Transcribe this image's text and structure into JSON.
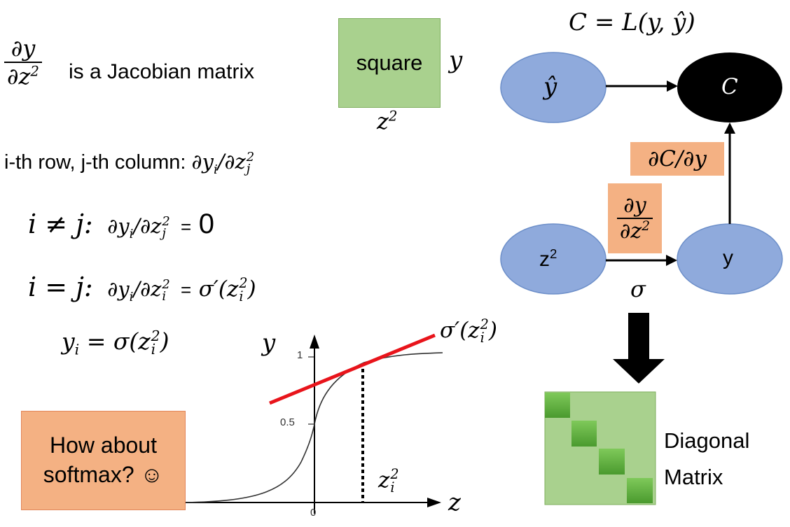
{
  "jacobian": {
    "frac_num": "∂y",
    "frac_den_base": "∂z",
    "frac_den_exp": "2",
    "text": "is a Jacobian matrix"
  },
  "square_box": {
    "label": "square",
    "right_label": "y",
    "bottom_label_base": "z",
    "bottom_label_exp": "2"
  },
  "row_col": {
    "text": "i-th row, j-th column:",
    "expr_a": "∂y",
    "expr_a_sub": "i",
    "expr_b": "/∂z",
    "expr_b_sup": "2",
    "expr_b_sub": "j"
  },
  "case_neq": {
    "cond": "i ≠ j:",
    "lhs_a": "∂y",
    "lhs_a_sub": "i",
    "lhs_b": "/∂z",
    "lhs_b_sup": "2",
    "lhs_b_sub": "j",
    "eq": "=",
    "value": "0"
  },
  "case_eq": {
    "cond": "i = j:",
    "lhs_a": "∂y",
    "lhs_a_sub": "i",
    "lhs_b": "/∂z",
    "lhs_b_sup": "2",
    "lhs_b_sub": "i",
    "eq": "=",
    "rhs": "σ′(z",
    "rhs_sup": "2",
    "rhs_sub": "i",
    "rhs_close": ")"
  },
  "yi_def": {
    "lhs": "y",
    "lhs_sub": "i",
    "eq_sigma": "= σ(z",
    "sup": "2",
    "sub": "i",
    "close": ")"
  },
  "plot": {
    "y_axis_label": "y",
    "x_axis_label": "z",
    "tick_one": "1",
    "tick_half": "0.5",
    "tick_zero": "0",
    "tangent_label": "σ′(z",
    "tangent_sup": "2",
    "tangent_sub": "i",
    "tangent_close": ")",
    "marker_label": "z",
    "marker_sup": "2",
    "marker_sub": "i",
    "tangent_color": "#e8141b"
  },
  "softmax_box": {
    "line1": "How about",
    "line2": "softmax? ☺"
  },
  "graph": {
    "cost_formula": "C = L(y, ŷ)",
    "node_yhat": "ŷ",
    "node_c": "C",
    "node_z2": "z",
    "node_z2_sup": "2",
    "node_y": "y",
    "edge_dc_dy": "∂C/∂y",
    "edge_dy_num": "∂y",
    "edge_dy_den": "∂z",
    "edge_dy_den_sup": "2",
    "sigma_label": "σ",
    "node_color": "#8faadc",
    "node_c_color": "#000000",
    "label_bg": "#f4b183"
  },
  "diagonal": {
    "line1": "Diagonal",
    "line2": "Matrix",
    "fill": "#a9d18e",
    "block_color": "#5fae3c"
  }
}
